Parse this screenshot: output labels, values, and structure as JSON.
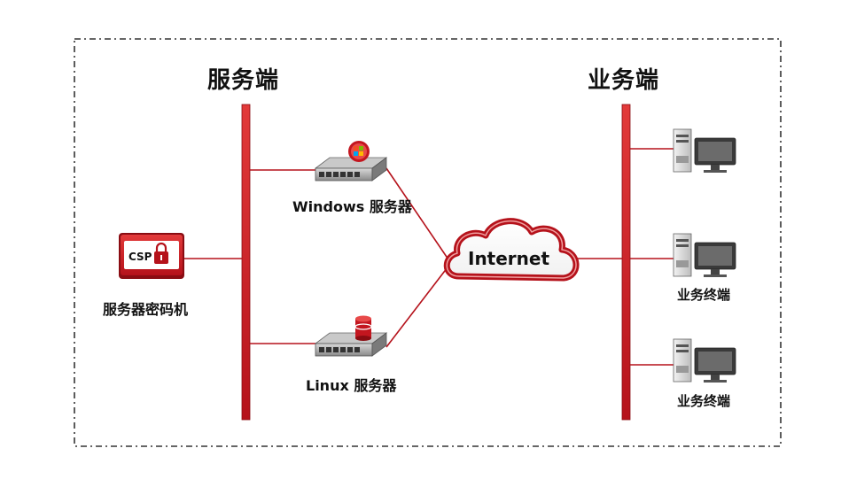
{
  "server_side": {
    "title": "服务端"
  },
  "business_side": {
    "title": "业务端"
  },
  "csp_device": {
    "badge": "CSP",
    "label": "服务器密码机"
  },
  "windows_server": {
    "label": "Windows 服务器"
  },
  "linux_server": {
    "label": "Linux 服务器"
  },
  "internet": {
    "label": "Internet"
  },
  "terminals": [
    {
      "label": ""
    },
    {
      "label": "业务终端"
    },
    {
      "label": "业务终端"
    }
  ],
  "colors": {
    "accent": "#b5121b",
    "line": "#b5121b",
    "border": "#333333",
    "text": "#111111"
  },
  "icons": {
    "csp": "csp-lock-device-icon",
    "windows_server": "rack-server-windows-icon",
    "linux_server": "rack-server-database-icon",
    "internet": "cloud-icon",
    "terminal": "desktop-computer-icon"
  }
}
